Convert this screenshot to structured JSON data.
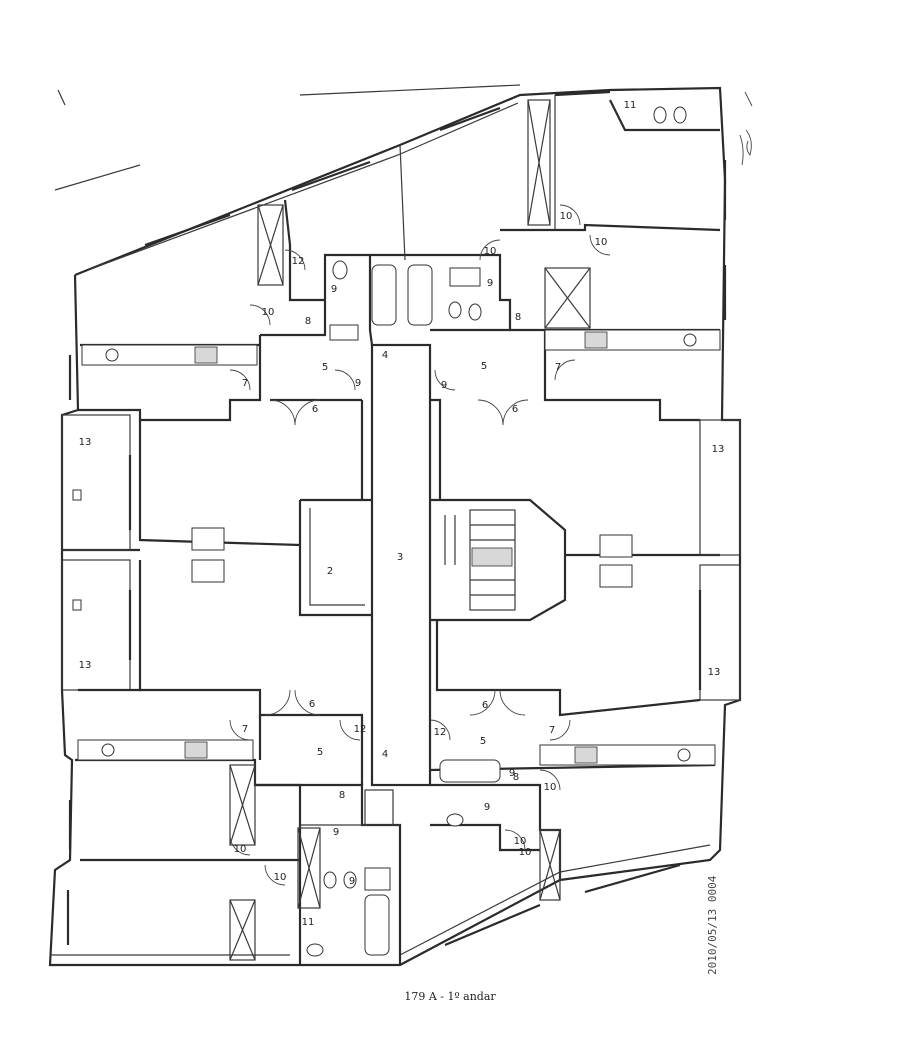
{
  "title": "179 A - 1º andar",
  "stamp": "2010/05/13 0004",
  "room_labels": [
    "13",
    "12",
    "11",
    "10",
    "10",
    "10",
    "10",
    "10",
    "10",
    "10",
    "10",
    "10",
    "9",
    "9",
    "9",
    "9",
    "9",
    "9",
    "8",
    "8",
    "8",
    "8",
    "7",
    "7",
    "7",
    "7",
    "6",
    "6",
    "6",
    "6",
    "5",
    "5",
    "5",
    "5",
    "4",
    "4",
    "3",
    "2",
    "13",
    "13",
    "13",
    "11",
    "12",
    "12",
    "9",
    "9"
  ]
}
